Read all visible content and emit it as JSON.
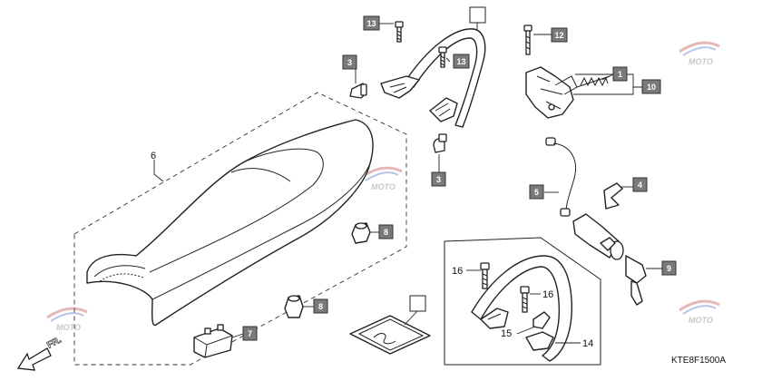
{
  "diagram": {
    "drawing_code": "KTE8F1500A",
    "direction_label": "FR.",
    "plain_labels": {
      "seat": "6",
      "bolt_right_upper": "16",
      "bolt_right_lower": "16",
      "bracket_small": "15",
      "grab_rail_rear": "14"
    },
    "callouts": {
      "bolt_top_left": "13",
      "bolt_top_mid": "13",
      "cushion_left": "3",
      "cushion_lower": "3",
      "bolt_top_right": "12",
      "spring": "1",
      "lock_assembly": "10",
      "cable": "5",
      "clip": "4",
      "key_cylinder": "9",
      "rubber_upper": "8",
      "rubber_lower": "8",
      "rubber_block": "7"
    },
    "watermark_text": "MOTO"
  }
}
